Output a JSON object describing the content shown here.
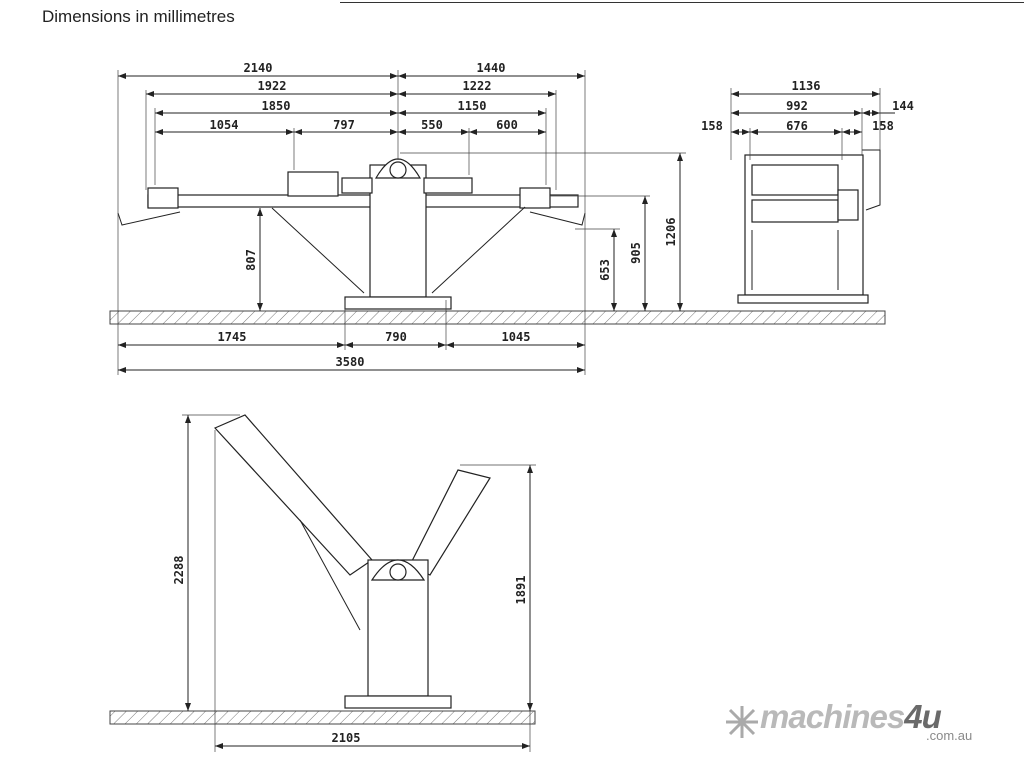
{
  "title": "Dimensions in millimetres",
  "front_view": {
    "top_dims": [
      "2140",
      "1440",
      "1922",
      "1222",
      "1850",
      "1150",
      "1054",
      "797",
      "550",
      "600"
    ],
    "bottom_dims": [
      "1745",
      "790",
      "1045",
      "3580"
    ],
    "heights": [
      "807",
      "653",
      "905",
      "1206"
    ]
  },
  "side_view": {
    "dims": [
      "1136",
      "992",
      "144",
      "158",
      "676",
      "158"
    ]
  },
  "raised_view": {
    "dims": [
      "2105",
      "2288",
      "1891"
    ]
  },
  "logo": {
    "name": "machines",
    "four": "4u",
    "domain": ".com.au"
  }
}
